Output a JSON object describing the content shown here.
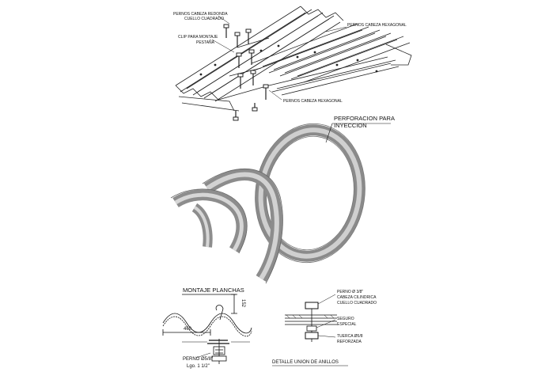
{
  "top_assembly": {
    "label_square_neck_bolt": "PERNOS CABEZA REDONDA",
    "label_square_neck_bolt_2": "CUELLO CUADRADO",
    "label_hex_bolt_right": "PERNOS CABEZA HEXAGONAL",
    "label_clip": "CLIP PARA MONTAJE",
    "label_clip_2": "PESTAÑA",
    "label_hex_bolt_bottom": "PERNOS CABEZA HEXAGONAL"
  },
  "rings": {
    "label_perforation": "PERFORACION PARA",
    "label_perforation_2": "INYECCION"
  },
  "sheet_assembly": {
    "title": "MONTAJE PLANCHAS",
    "dim_width": "460",
    "dim_height": "152",
    "bolt_label": "PERNO Ø5/8\"",
    "bolt_length": "Lgo. 1 1/2\""
  },
  "ring_joint": {
    "label_bolt": "PERNO Ø 3/8\"",
    "label_bolt_2": "CABEZA CILINDRICA",
    "label_bolt_3": "CUELLO CUADRADO",
    "label_lock": "SEGURO",
    "label_lock_2": "ESPECIAL",
    "label_nut": "TUERCA Ø5/8",
    "label_nut_2": "REFORZADA",
    "title": "DETALLE UNION DE ANILLOS"
  }
}
